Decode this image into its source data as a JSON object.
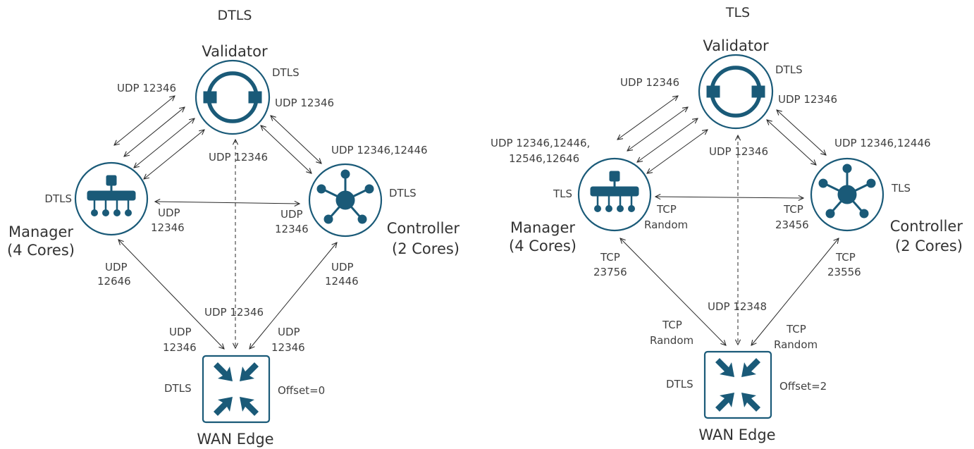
{
  "diagrams": [
    {
      "title": "DTLS",
      "validator": {
        "name": "Validator",
        "proto": "DTLS",
        "port": "UDP 12346"
      },
      "manager": {
        "name": "Manager",
        "cores": "(4 Cores)",
        "proto": "DTLS"
      },
      "controller": {
        "name": "Controller",
        "cores": "(2 Cores)",
        "proto": "DTLS"
      },
      "edge": {
        "name": "WAN Edge",
        "proto": "DTLS",
        "offset": "Offset=0"
      },
      "labels": {
        "val_mgr": "UDP 12346",
        "val_ctrl": "UDP 12346,12446",
        "val_dash": "UDP 12346",
        "mgr_side_1": "UDP",
        "mgr_side_2": "12346",
        "ctrl_side_1": "UDP",
        "ctrl_side_2": "12346",
        "mgr_edge_1": "UDP",
        "mgr_edge_2": "12646",
        "ctrl_edge_1": "UDP",
        "ctrl_edge_2": "12446",
        "edge_dash": "UDP 12346",
        "edge_left_1": "UDP",
        "edge_left_2": "12346",
        "edge_right_1": "UDP",
        "edge_right_2": "12346"
      }
    },
    {
      "title": "TLS",
      "validator": {
        "name": "Validator",
        "proto": "DTLS",
        "port": "UDP 12346"
      },
      "manager": {
        "name": "Manager",
        "cores": "(4 Cores)",
        "proto": "TLS"
      },
      "controller": {
        "name": "Controller",
        "cores": "(2 Cores)",
        "proto": "TLS"
      },
      "edge": {
        "name": "WAN Edge",
        "proto": "DTLS",
        "offset": "Offset=2"
      },
      "labels": {
        "val_mgr": "UDP 12346",
        "mgr_multi_1": "UDP 12346,12446,",
        "mgr_multi_2": "12546,12646",
        "val_ctrl": "UDP 12346,12446",
        "val_dash": "UDP 12346",
        "mgr_side_1": "TCP",
        "mgr_side_2": "Random",
        "ctrl_side_1": "TCP",
        "ctrl_side_2": "23456",
        "mgr_edge_1": "TCP",
        "mgr_edge_2": "23756",
        "ctrl_edge_1": "TCP",
        "ctrl_edge_2": "23556",
        "edge_dash": "UDP 12348",
        "edge_left_1": "TCP",
        "edge_left_2": "Random",
        "edge_right_1": "TCP",
        "edge_right_2": "Random"
      }
    }
  ]
}
